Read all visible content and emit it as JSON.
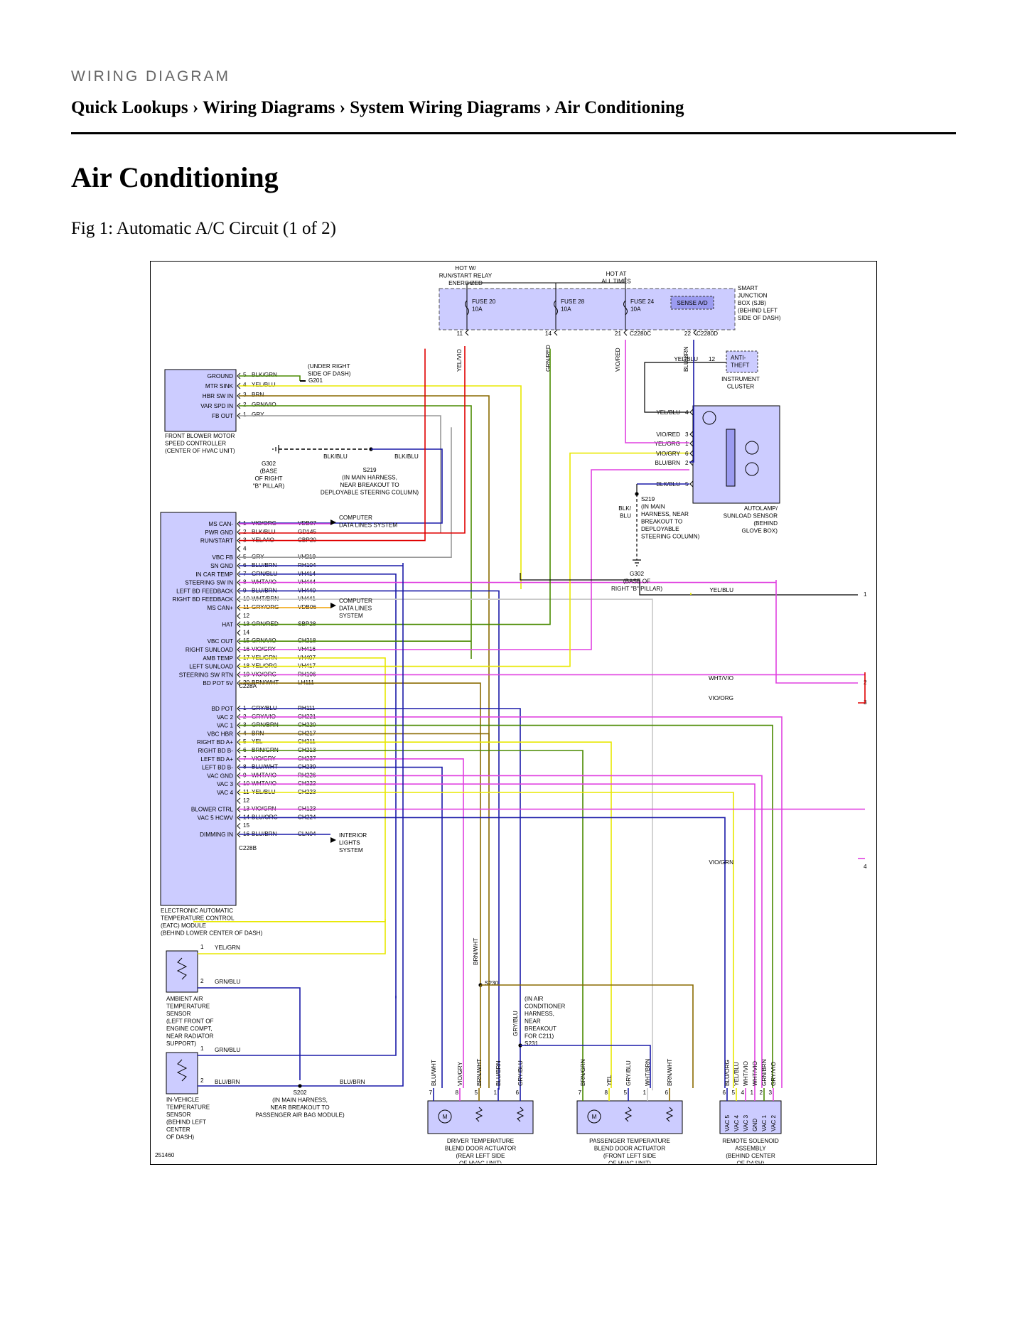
{
  "header": {
    "kicker": "WIRING DIAGRAM",
    "breadcrumb": [
      "Quick Lookups",
      "Wiring Diagrams",
      "System Wiring Diagrams",
      "Air Conditioning"
    ],
    "separator": "›"
  },
  "page_title": "Air Conditioning",
  "figure_caption": "Fig 1: Automatic A/C Circuit (1 of 2)",
  "diagram": {
    "figure_id": "251460",
    "colors": {
      "module_fill": "#ccccff",
      "yel": "#e8e800",
      "grn": "#4a8a00",
      "vio": "#e040e0",
      "blu": "#1a1aa8",
      "red": "#e00000",
      "blk": "#000000",
      "gry": "#999999",
      "brn": "#8a6a00",
      "wht": "#c8c8c8",
      "org": "#f0a000"
    },
    "sjb": {
      "hot_run": "HOT W/\nRUN/START RELAY\nENERGIZED",
      "hot_all": "HOT AT\nALL TIMES",
      "fuses": [
        {
          "name": "FUSE 20",
          "amps": "10A",
          "pin": "11"
        },
        {
          "name": "FUSE 28",
          "amps": "10A",
          "pin": "14"
        },
        {
          "name": "FUSE 24",
          "amps": "10A",
          "pin": "21",
          "connector": "C2280C"
        }
      ],
      "sense": "SENSE A/D",
      "sense_pin": "22",
      "sense_connector": "C2280D",
      "label": "SMART\nJUNCTION\nBOX (SJB)\n(BEHIND LEFT\nSIDE OF DASH)",
      "wires": [
        "YEL/VIO",
        "GRN/RED",
        "VIO/RED",
        "BLU/BRN"
      ]
    },
    "blower": {
      "pins": [
        {
          "pin": "5",
          "name": "GROUND",
          "wire": "BLK/GRN"
        },
        {
          "pin": "4",
          "name": "MTR SINK",
          "wire": "YEL/BLU"
        },
        {
          "pin": "3",
          "name": "HBR SW IN",
          "wire": "BRN"
        },
        {
          "pin": "2",
          "name": "VAR SPD IN",
          "wire": "GRN/VIO"
        },
        {
          "pin": "1",
          "name": "FB OUT",
          "wire": "GRY"
        }
      ],
      "label": "FRONT BLOWER MOTOR\nSPEED CONTROLLER\n(CENTER OF HVAC UNIT)",
      "ground": "(UNDER RIGHT\nSIDE OF DASH)",
      "ground_id": "G201"
    },
    "splice_top": {
      "g302": "G302\n(BASE\nOF RIGHT\n\"B\" PILLAR)",
      "s219": "S219\n(IN MAIN HARNESS,\nNEAR BREAKOUT TO\nDEPLOYABLE STEERING COLUMN)",
      "wire_a": "BLK/BLU",
      "wire_b": "BLK/BLU"
    },
    "eatc_a": {
      "connector": "C228A",
      "pins": [
        {
          "pin": "1",
          "name": "MS CAN-",
          "wire": "VIO/ORG",
          "circuit": "VDB07"
        },
        {
          "pin": "2",
          "name": "PWR GND",
          "wire": "BLK/BLU",
          "circuit": "GD145"
        },
        {
          "pin": "3",
          "name": "RUN/START",
          "wire": "YEL/VIO",
          "circuit": "CBP20"
        },
        {
          "pin": "4",
          "name": "",
          "wire": "",
          "circuit": ""
        },
        {
          "pin": "5",
          "name": "VBC FB",
          "wire": "GRY",
          "circuit": "VH219"
        },
        {
          "pin": "6",
          "name": "SN GND",
          "wire": "BLU/BRN",
          "circuit": "RH104"
        },
        {
          "pin": "7",
          "name": "IN CAR TEMP",
          "wire": "GRN/BLU",
          "circuit": "VH414"
        },
        {
          "pin": "8",
          "name": "STEERING SW IN",
          "wire": "WHT/VIO",
          "circuit": "VH444"
        },
        {
          "pin": "9",
          "name": "LEFT BD FEEDBACK",
          "wire": "BLU/BRN",
          "circuit": "VH440"
        },
        {
          "pin": "10",
          "name": "RIGHT BD FEEDBACK",
          "wire": "WHT/BRN",
          "circuit": "VH441"
        },
        {
          "pin": "11",
          "name": "MS CAN+",
          "wire": "GRY/ORG",
          "circuit": "VDB06"
        },
        {
          "pin": "12",
          "name": "",
          "wire": "",
          "circuit": ""
        },
        {
          "pin": "13",
          "name": "HAT",
          "wire": "GRN/RED",
          "circuit": "SBP28"
        },
        {
          "pin": "14",
          "name": "",
          "wire": "",
          "circuit": ""
        },
        {
          "pin": "15",
          "name": "VBC OUT",
          "wire": "GRN/VIO",
          "circuit": "CH218"
        },
        {
          "pin": "16",
          "name": "RIGHT SUNLOAD",
          "wire": "VIO/GRY",
          "circuit": "VH416"
        },
        {
          "pin": "17",
          "name": "AMB TEMP",
          "wire": "YEL/GRN",
          "circuit": "VH407"
        },
        {
          "pin": "18",
          "name": "LEFT SUNLOAD",
          "wire": "YEL/ORG",
          "circuit": "VH417"
        },
        {
          "pin": "19",
          "name": "STEERING SW RTN",
          "wire": "VIO/ORG",
          "circuit": "RH106"
        },
        {
          "pin": "20",
          "name": "BD POT 5V",
          "wire": "BRN/WHT",
          "circuit": "LH111"
        }
      ],
      "computer_data_1": "COMPUTER\nDATA LINES SYSTEM",
      "computer_data_2": "COMPUTER\nDATA LINES\nSYSTEM"
    },
    "eatc_b": {
      "connector": "C228B",
      "pins": [
        {
          "pin": "1",
          "name": "BD POT",
          "wire": "GRY/BLU",
          "circuit": "RH111"
        },
        {
          "pin": "2",
          "name": "VAC 2",
          "wire": "GRY/VIO",
          "circuit": "CH221"
        },
        {
          "pin": "3",
          "name": "VAC 1",
          "wire": "GRN/BRN",
          "circuit": "CH220"
        },
        {
          "pin": "4",
          "name": "VBC HBR",
          "wire": "BRN",
          "circuit": "CH217"
        },
        {
          "pin": "5",
          "name": "RIGHT BD A+",
          "wire": "YEL",
          "circuit": "CH211"
        },
        {
          "pin": "6",
          "name": "RIGHT BD B-",
          "wire": "BRN/GRN",
          "circuit": "CH213"
        },
        {
          "pin": "7",
          "name": "LEFT BD A+",
          "wire": "VIO/GRY",
          "circuit": "CH237"
        },
        {
          "pin": "8",
          "name": "LEFT BD B-",
          "wire": "BLU/WHT",
          "circuit": "CH239"
        },
        {
          "pin": "9",
          "name": "VAC GND",
          "wire": "WHT/VIO",
          "circuit": "RH226"
        },
        {
          "pin": "10",
          "name": "VAC 3",
          "wire": "WHT/VIO",
          "circuit": "CH222"
        },
        {
          "pin": "11",
          "name": "VAC 4",
          "wire": "YEL/BLU",
          "circuit": "CH223"
        },
        {
          "pin": "12",
          "name": "",
          "wire": "",
          "circuit": ""
        },
        {
          "pin": "13",
          "name": "BLOWER CTRL",
          "wire": "VIO/GRN",
          "circuit": "CH123"
        },
        {
          "pin": "14",
          "name": "VAC 5 HCWV",
          "wire": "BLU/ORG",
          "circuit": "CH224"
        },
        {
          "pin": "15",
          "name": "",
          "wire": "",
          "circuit": ""
        },
        {
          "pin": "16",
          "name": "DIMMING IN",
          "wire": "BLU/BRN",
          "circuit": "CLN04"
        }
      ],
      "interior": "INTERIOR\nLIGHTS\nSYSTEM"
    },
    "eatc_label": "ELECTRONIC AUTOMATIC\nTEMPERATURE CONTROL\n(EATC) MODULE\n(BEHIND LOWER CENTER OF DASH)",
    "cluster": {
      "wire": "YEL/BLU",
      "pin": "12",
      "name": "ANTI-\nTHEFT",
      "label": "INSTRUMENT\nCLUSTER"
    },
    "autolamp": {
      "pins": [
        {
          "pin": "4",
          "wire": "YEL/BLU"
        },
        {
          "pin": "3",
          "wire": "VIO/RED"
        },
        {
          "pin": "1",
          "wire": "YEL/ORG"
        },
        {
          "pin": "6",
          "wire": "VIO/GRY"
        },
        {
          "pin": "2",
          "wire": "BLU/BRN"
        },
        {
          "pin": "5",
          "wire": "BLK/BLU"
        }
      ],
      "label": "AUTOLAMP/\nSUNLOAD SENSOR\n(BEHIND\nGLOVE BOX)"
    },
    "right_splice": {
      "s219": "S219\n(IN MAIN\nHARNESS, NEAR\nBREAKOUT TO\nDEPLOYABLE\nSTEERING COLUMN)",
      "wire": "BLK/\nBLU",
      "g302": "G302\n(BASE OF\nRIGHT \"B\" PILLAR)"
    },
    "offpage": [
      {
        "wire": "YEL/BLU",
        "ref": "1"
      },
      {
        "wire": "WHT/VIO",
        "ref": "2"
      },
      {
        "wire": "VIO/ORG",
        "ref": "3"
      },
      {
        "wire": "VIO/GRN",
        "ref": "4"
      }
    ],
    "ambient": {
      "pins": [
        {
          "pin": "1",
          "wire": "YEL/GRN"
        },
        {
          "pin": "2",
          "wire": "GRN/BLU"
        }
      ],
      "label": "AMBIENT AIR\nTEMPERATURE\nSENSOR\n(LEFT FRONT OF\nENGINE COMPT,\nNEAR RADIATOR\nSUPPORT)"
    },
    "invehicle": {
      "pins": [
        {
          "pin": "1",
          "wire": "GRN/BLU"
        },
        {
          "pin": "2",
          "wire": "BLU/BRN"
        }
      ],
      "label": "IN-VEHICLE\nTEMPERATURE\nSENSOR\n(BEHIND LEFT\nCENTER\nOF DASH)",
      "wire2": "BLU/BRN"
    },
    "s202": "S202\n(IN MAIN HARNESS,\nNEAR BREAKOUT TO\nPASSENGER AIR BAG MODULE)",
    "s230": "S230",
    "s230_wire": "BRN/WHT",
    "s231": "(IN AIR\nCONDITIONER\nHARNESS,\nNEAR\nBREAKOUT\nFOR C211)\nS231",
    "s231_wire": "GRY/BLU",
    "driver_act": {
      "wires": [
        {
          "w": "BLU/WHT",
          "p": "7"
        },
        {
          "w": "VIO/GRY",
          "p": "8"
        },
        {
          "w": "BRN/WHT",
          "p": "5"
        },
        {
          "w": "BLU/BRN",
          "p": "1"
        },
        {
          "w": "GRY/BLU",
          "p": "6"
        }
      ],
      "label": "DRIVER TEMPERATURE\nBLEND DOOR ACTUATOR\n(REAR LEFT SIDE\nOF HVAC UNIT)"
    },
    "pass_act": {
      "wires": [
        {
          "w": "BRN/GRN",
          "p": "7"
        },
        {
          "w": "YEL",
          "p": "8"
        },
        {
          "w": "GRY/BLU",
          "p": "5"
        },
        {
          "w": "WHT/BRN",
          "p": "1"
        },
        {
          "w": "BRN/WHT",
          "p": "6"
        }
      ],
      "label": "PASSENGER TEMPERATURE\nBLEND DOOR ACTUATOR\n(FRONT LEFT SIDE\nOF HVAC UNIT)"
    },
    "remote_sol": {
      "wires": [
        {
          "w": "BLU/ORG",
          "p": "6",
          "n": "VAC 5"
        },
        {
          "w": "YEL/BLU",
          "p": "5",
          "n": "VAC 4"
        },
        {
          "w": "WHT/VIO",
          "p": "4",
          "n": "VAC 3"
        },
        {
          "w": "WHT/VIO",
          "p": "1",
          "n": "GND"
        },
        {
          "w": "GRN/BRN",
          "p": "2",
          "n": "VAC 1"
        },
        {
          "w": "GRY/VIO",
          "p": "3",
          "n": "VAC 2"
        }
      ],
      "label": "REMOTE SOLENOID\nASSEMBLY\n(BEHIND CENTER\nOF DASH)"
    },
    "motor_symbol": "M"
  }
}
